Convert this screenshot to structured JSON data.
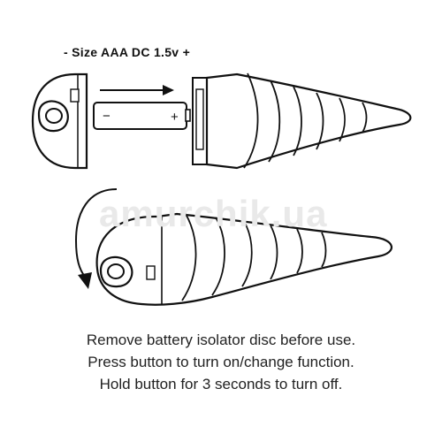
{
  "diagram": {
    "size_label": "- Size AAA DC 1.5v +",
    "battery": {
      "minus_symbol": "−",
      "plus_symbol": "+"
    },
    "watermark": "amurchik.ua"
  },
  "instructions": [
    "Remove battery isolator disc before use.",
    "Press button to turn on/change function.",
    "Hold button for 3 seconds to turn off."
  ]
}
